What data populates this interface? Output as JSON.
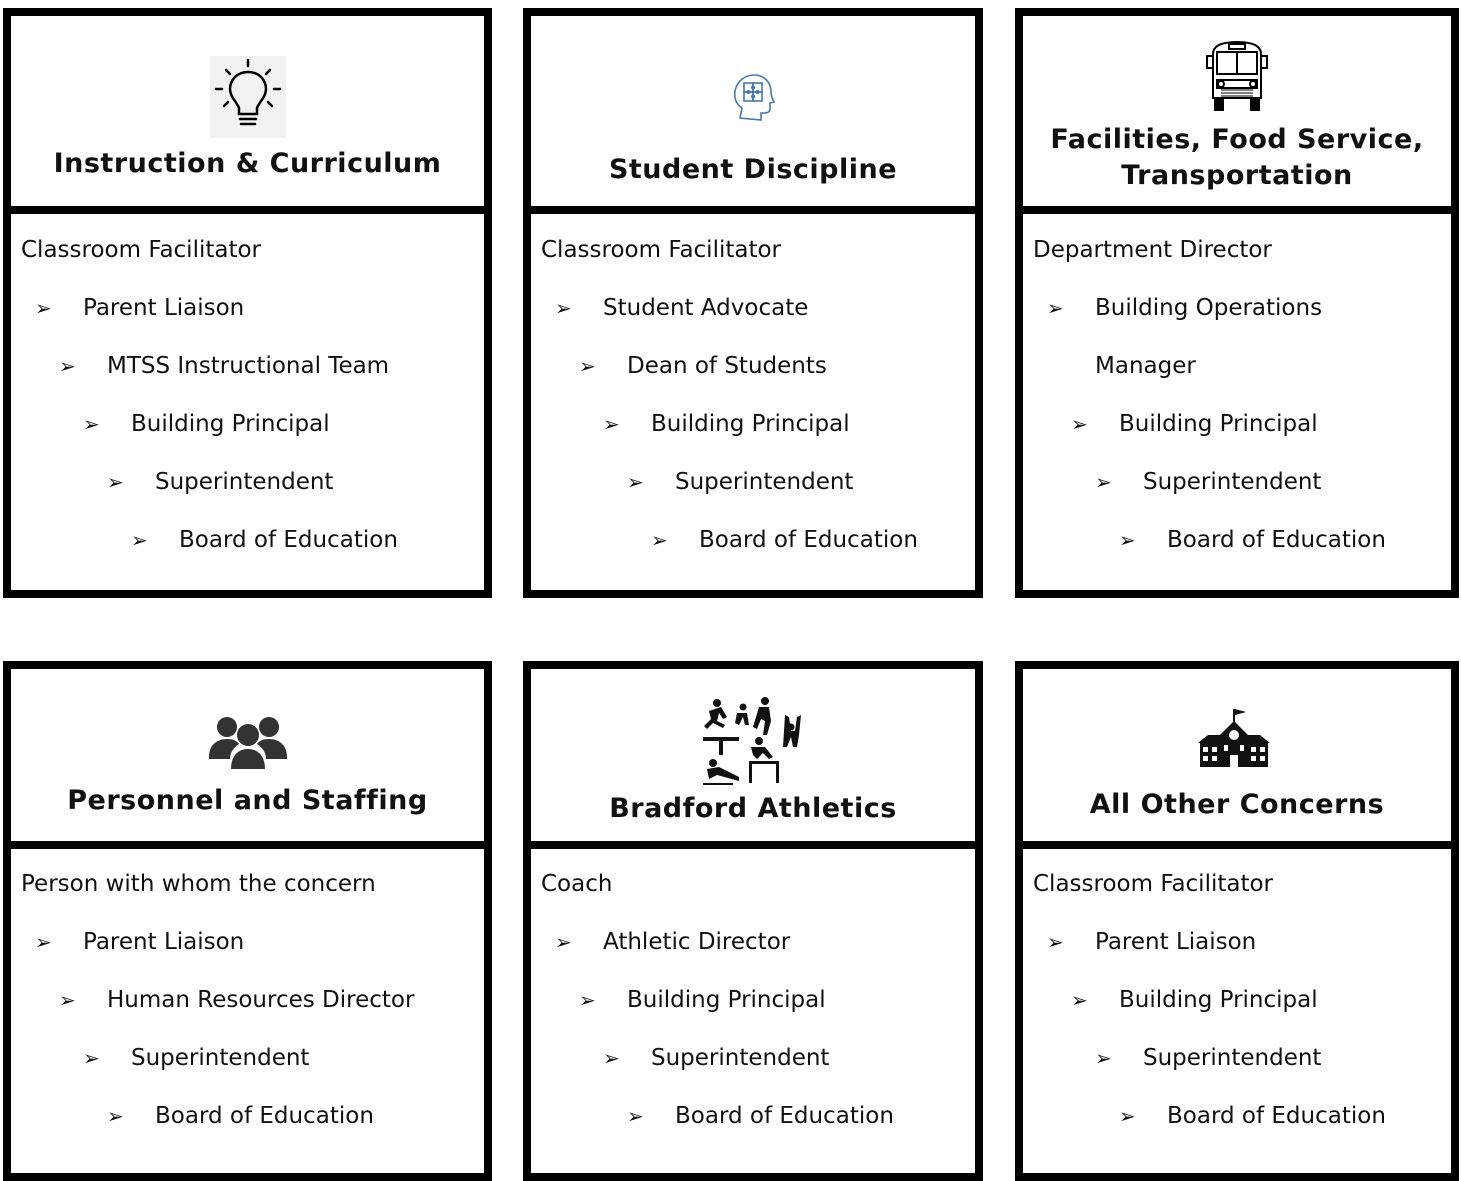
{
  "cards": [
    {
      "title": "Instruction & Curriculum",
      "icon": "lightbulb-icon",
      "first": "Classroom Facilitator",
      "steps": [
        "Parent Liaison",
        "MTSS Instructional Team",
        "Building Principal",
        "Superintendent",
        "Board of Education"
      ]
    },
    {
      "title": "Student Discipline",
      "icon": "puzzle-head-icon",
      "first": "Classroom Facilitator",
      "steps": [
        "Student Advocate",
        "Dean of Students",
        "Building Principal",
        "Superintendent",
        "Board of Education"
      ]
    },
    {
      "title_line1": "Facilities, Food Service,",
      "title_line2": "Transportation",
      "icon": "school-bus-icon",
      "first": "Department Director",
      "steps": [
        "Building Operations",
        "Manager",
        "Building Principal",
        "Superintendent",
        "Board of Education"
      ]
    },
    {
      "title": "Personnel and Staffing",
      "icon": "people-group-icon",
      "first": "Person with whom the concern",
      "steps": [
        "Parent Liaison",
        "Human Resources Director",
        "Superintendent",
        "Board of Education"
      ]
    },
    {
      "title": "Bradford Athletics",
      "icon": "athletes-icon",
      "first": "Coach",
      "steps": [
        "Athletic Director",
        "Building Principal",
        "Superintendent",
        "Board of Education"
      ]
    },
    {
      "title": "All Other Concerns",
      "icon": "schoolhouse-icon",
      "first": "Classroom Facilitator",
      "steps": [
        "Parent Liaison",
        "Building Principal",
        "Superintendent",
        "Board of Education"
      ]
    }
  ],
  "arrow_glyph": "➢"
}
